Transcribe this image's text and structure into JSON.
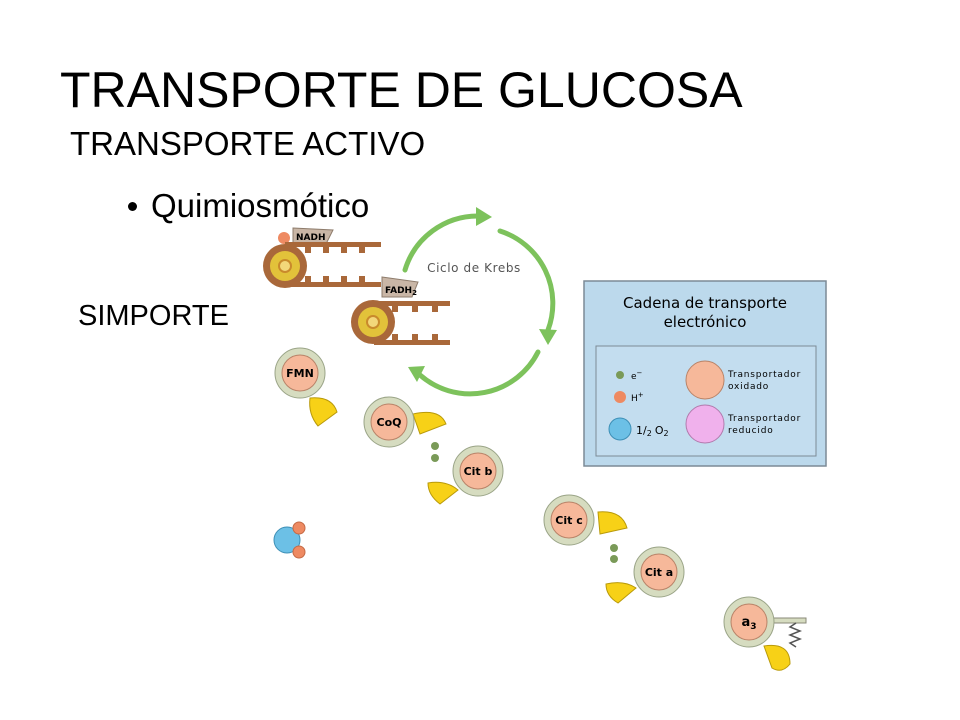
{
  "title": "TRANSPORTE DE GLUCOSA",
  "subtitle": "TRANSPORTE ACTIVO",
  "bullet": "Quimiosmótico",
  "side_label": "SIMPORTE",
  "krebs_label": "Ciclo de Krebs",
  "nadh_label": "NADH",
  "fadh_label": "FADH",
  "fadh_subscript": "2",
  "carriers": {
    "fmn": "FMN",
    "coq": "CoQ",
    "cit_b": "Cit b",
    "cit_c": "Cit c",
    "cit_a": "Cit a",
    "a3_base": "a",
    "a3_subscript": "3"
  },
  "legend": {
    "title_line1": "Cadena de transporte",
    "title_line2": "electrónico",
    "electron": "e",
    "electron_sup": "−",
    "proton": "H",
    "proton_sup": "+",
    "oxygen_frac_num": "1",
    "oxygen_frac_den": "2",
    "oxygen": "O",
    "oxygen_sub": "2",
    "oxidized_line1": "Transportador",
    "oxidized_line2": "oxidado",
    "reduced_line1": "Transportador",
    "reduced_line2": "reducido"
  },
  "colors": {
    "arrow_green": "#7dc25c",
    "carrier_salmon": "#f6b89a",
    "carrier_ring": "#d6dcc0",
    "yellow_cup": "#f7d117",
    "electron_green": "#7a9a58",
    "proton_orange": "#ee8a62",
    "oxygen_blue": "#6cc0e6",
    "reduced_pink": "#f0b1ec",
    "legend_bg": "#bcd9ec",
    "gear_brown": "#a9683a",
    "gear_yellow": "#e2c23a"
  }
}
